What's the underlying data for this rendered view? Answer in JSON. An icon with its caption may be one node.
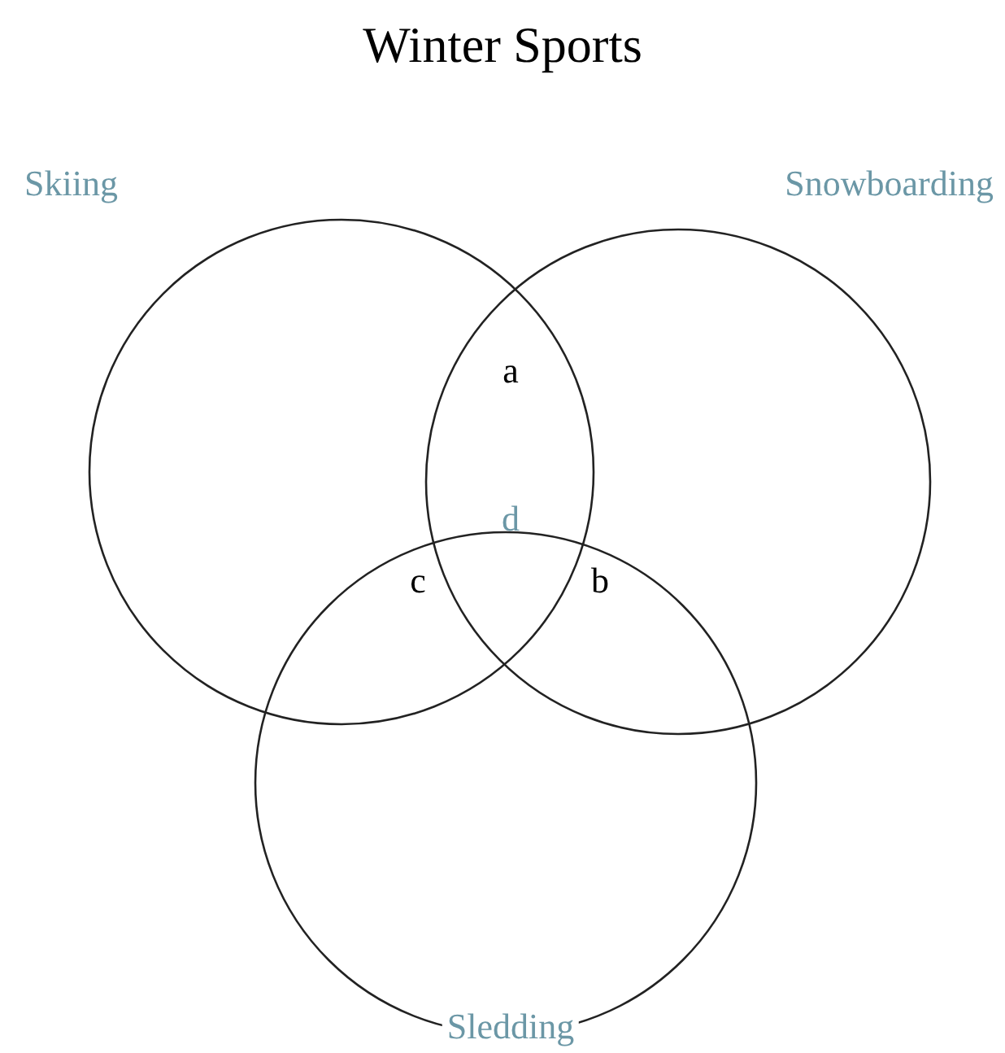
{
  "diagram": {
    "title": "Winter Sports",
    "nodes": [
      {
        "text": [
          "Skiing"
        ]
      },
      {
        "text": [
          "Snowboarding"
        ]
      },
      {
        "text": [
          "Sledding"
        ]
      }
    ],
    "edges": [],
    "labels": [
      "a",
      "d",
      "c",
      "b"
    ]
  }
}
